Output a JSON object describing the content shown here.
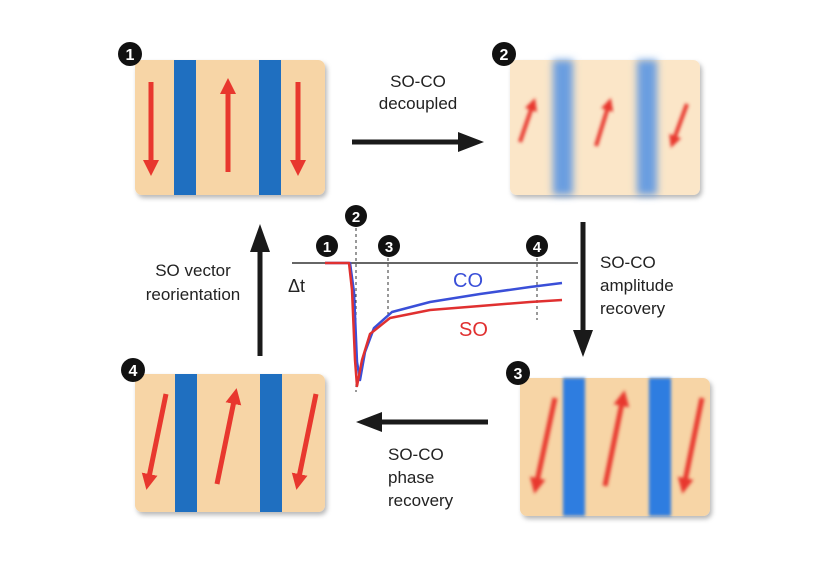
{
  "panels": [
    {
      "id": "1",
      "badge": "1"
    },
    {
      "id": "2",
      "badge": "2"
    },
    {
      "id": "3",
      "badge": "3"
    },
    {
      "id": "4",
      "badge": "4"
    }
  ],
  "transitions": {
    "top": [
      "SO-CO",
      "decoupled"
    ],
    "right": [
      "SO-CO",
      "amplitude",
      "recovery"
    ],
    "bottom": [
      "SO-CO",
      "phase",
      "recovery"
    ],
    "left": [
      "SO vector",
      "reorientation"
    ]
  },
  "graph": {
    "delta_t_label": "Δt",
    "markers": [
      "1",
      "2",
      "3",
      "4"
    ],
    "series": [
      {
        "name": "CO",
        "color": "#3a4fd8"
      },
      {
        "name": "SO",
        "color": "#e03030"
      }
    ]
  },
  "colors": {
    "panel_fill": "#f7d5a6",
    "stripe_blue": "#1f6fc0",
    "spin_red": "#e8372e",
    "arrow_dark": "#1a1a1a"
  }
}
